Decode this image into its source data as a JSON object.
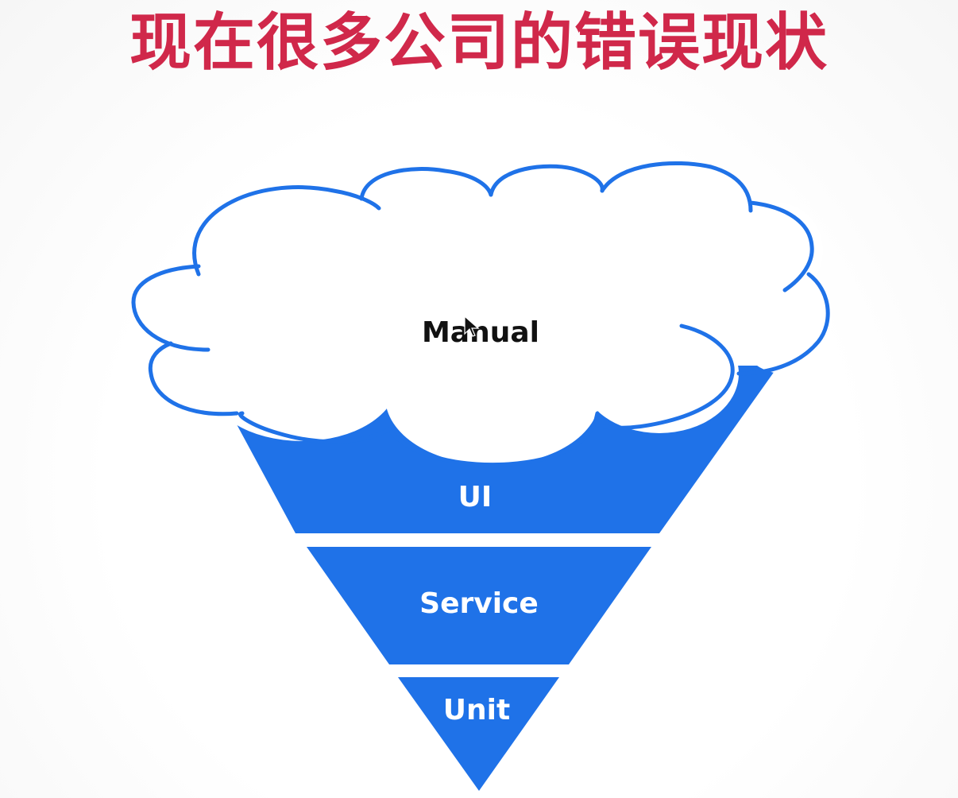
{
  "title": "现在很多公司的错误现状",
  "colors": {
    "title": "#d0284a",
    "layer_fill": "#1f72e8",
    "cloud_stroke": "#1f72e8",
    "cloud_fill": "#ffffff",
    "label_on_layer": "#ffffff",
    "label_on_cloud": "#111111"
  },
  "pyramid": {
    "cloud_label": "Manual",
    "layers": [
      {
        "label": "UI"
      },
      {
        "label": "Service"
      },
      {
        "label": "Unit"
      }
    ]
  },
  "cursor_icon": "mouse-pointer-icon"
}
